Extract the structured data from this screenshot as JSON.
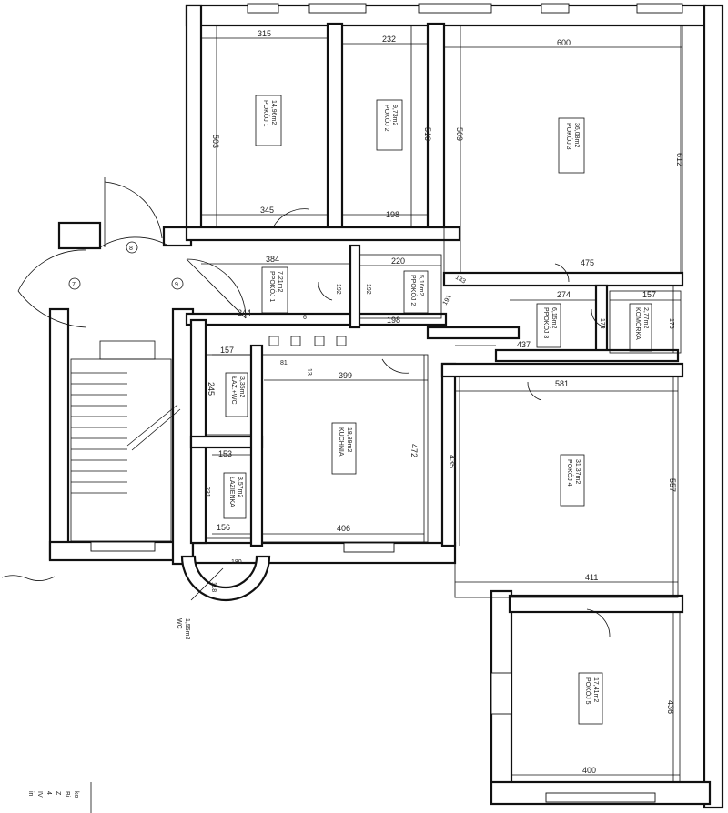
{
  "rooms": {
    "pokoj1": {
      "name": "POKÓJ 1",
      "area": "14,96m2"
    },
    "pokoj2": {
      "name": "POKÓJ 2",
      "area": "9,73m2"
    },
    "pokoj3": {
      "name": "POKÓJ 3",
      "area": "36,08m2"
    },
    "pokoj4": {
      "name": "POKÓJ 4",
      "area": "31,37m2"
    },
    "pokoj5": {
      "name": "POKÓJ 5",
      "area": "17,41m2"
    },
    "ppokoj1": {
      "name": "PPOKÓJ 1",
      "area": "7,21m2"
    },
    "ppokoj2": {
      "name": "PPOKÓJ 2",
      "area": "5,16m2"
    },
    "ppokoj3": {
      "name": "PPOKÓJ 3",
      "area": "6,15m2"
    },
    "komorka": {
      "name": "KOMÓRKA",
      "area": "2,77m2"
    },
    "lazwc": {
      "name": "ŁAZ.+WC",
      "area": "3,35m2"
    },
    "lazienka": {
      "name": "ŁAZIENKA",
      "area": "3,57m2"
    },
    "kuchnia": {
      "name": "KUCHNIA",
      "area": "18,89m2"
    },
    "wc": {
      "name": "WC",
      "area": "1,55m2"
    }
  },
  "dimensions": {
    "d315": "315",
    "d232": "232",
    "d600": "600",
    "d503": "503",
    "d510": "510",
    "d509": "509",
    "d612": "612",
    "d345": "345",
    "d198a": "198",
    "d384": "384",
    "d220": "220",
    "d133": "133",
    "d475": "475",
    "d274": "274",
    "d157a": "157",
    "d173a": "173",
    "d192a": "192",
    "d192b": "192",
    "d191": "191",
    "d173b": "173",
    "d198b": "198",
    "d244": "244",
    "d6": "6",
    "d157b": "157",
    "d81": "81",
    "d13": "13",
    "d399": "399",
    "d437": "437",
    "d581": "581",
    "d245": "245",
    "d472": "472",
    "d435": "435",
    "d557": "557",
    "d153": "153",
    "d231": "231",
    "d156": "156",
    "d406": "406",
    "d180": "180",
    "d118": "118",
    "d411": "411",
    "d436": "436",
    "d400": "400"
  },
  "markers": {
    "m8": "8",
    "m7": "7",
    "m9": "9"
  },
  "footer": {
    "line1": "ko",
    "line2": "Bi",
    "line3": "Z",
    "line4": "4",
    "line5": "IV",
    "line6": "in"
  }
}
